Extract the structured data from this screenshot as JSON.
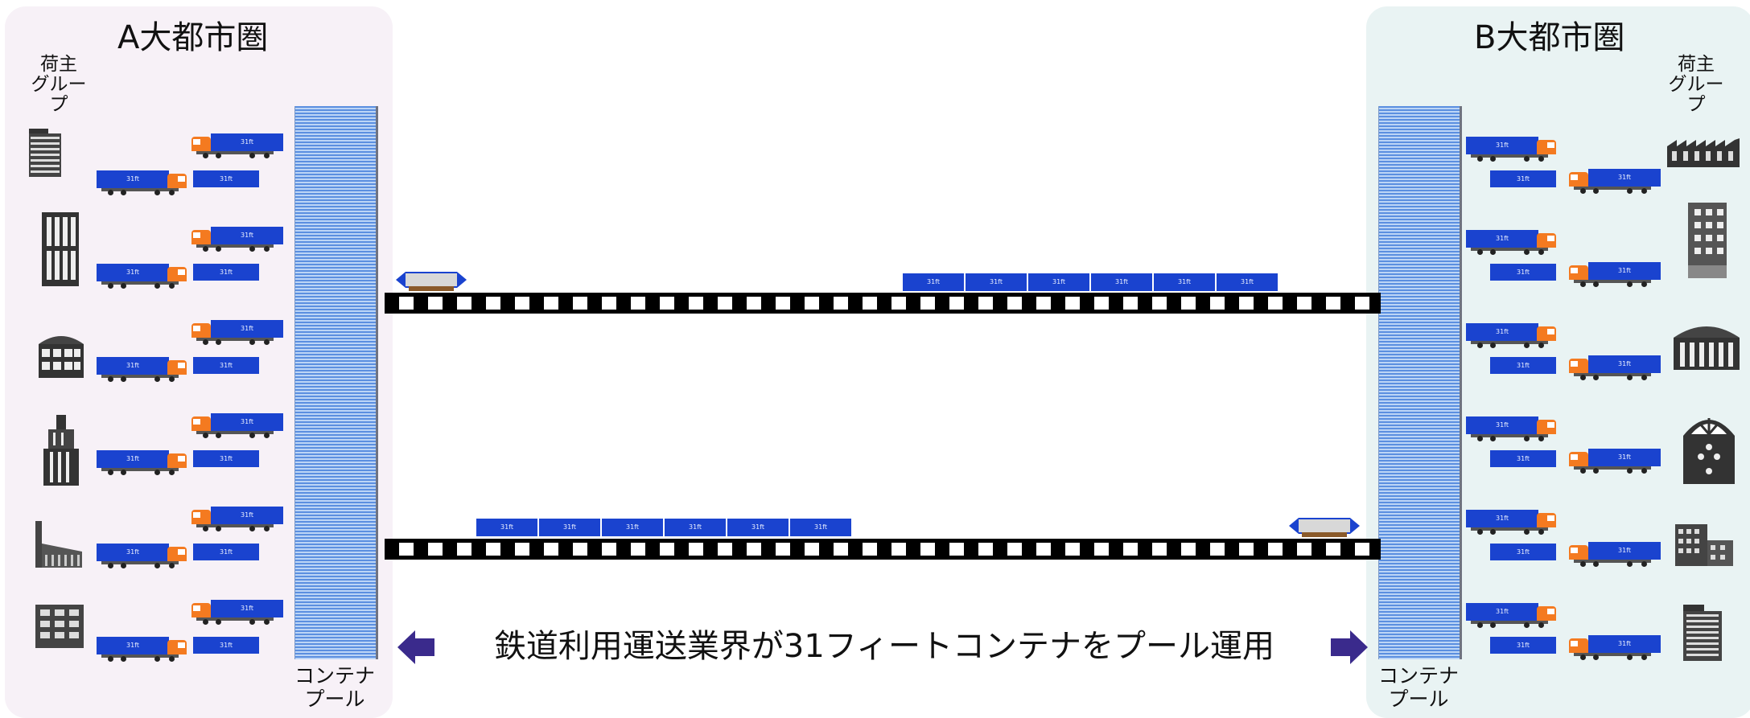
{
  "region_a": {
    "title": "A大都市圏",
    "owner_label": "荷主\nグループ",
    "pool_label": "コンテナ\nプール"
  },
  "region_b": {
    "title": "B大都市圏",
    "owner_label": "荷主\nグループ",
    "pool_label": "コンテナ\nプール"
  },
  "banner": {
    "text": "鉄道利用運送業界が31フィートコンテナをプール運用"
  },
  "container_label": "31ft",
  "colors": {
    "container": "#1a43cf",
    "truck_cab": "#f47a20",
    "region_a_bg": "#f7f1f7",
    "region_b_bg": "#e9f3f3",
    "arrow": "#3a2a8c"
  },
  "icons": {
    "region_a_shippers": [
      "office-building-icon",
      "tall-building-icon",
      "warehouse-icon",
      "skyscraper-icon",
      "factory-chimney-icon",
      "apartment-icon"
    ],
    "region_b_shippers": [
      "factory-icon",
      "tall-building-icon",
      "warehouse-icon",
      "arched-building-icon",
      "low-building-icon",
      "office-building-icon"
    ]
  }
}
